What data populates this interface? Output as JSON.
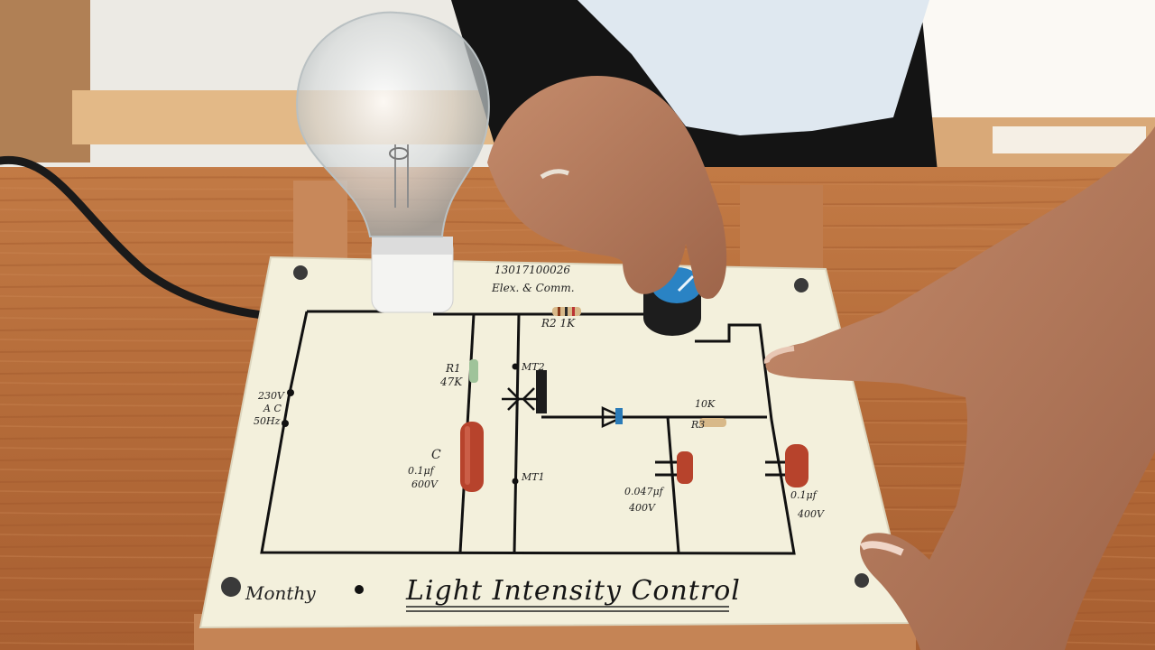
{
  "board": {
    "reg_number": "13017100026",
    "department": "Elex. & Comm.",
    "title": "Light Intensity Control",
    "signature": "Monthy"
  },
  "labels": {
    "supply_line1": "230V",
    "supply_line2": "A C",
    "supply_line3": "50Hz",
    "r2": "R2 1K",
    "r1_name": "R1",
    "r1_value": "47K",
    "mt2": "MT2",
    "mt1": "MT1",
    "c_name": "C",
    "c_value1": "0.1μf",
    "c_value2": "600V",
    "r3_value": "10K",
    "r3_name": "R3",
    "c2_value1": "0.047μf",
    "c2_value2": "400V",
    "c3_value1": "0.1μf",
    "c3_value2": "400V"
  },
  "colors": {
    "table_wood": "#b8703f",
    "board": "#f3f0dc",
    "wire": "#111111",
    "knob_cap": "#2a83c4",
    "capacitor": "#b7432c",
    "wall": "#f1f1ee",
    "shirt": "#dfe8f0",
    "skin": "#b57c5c"
  }
}
